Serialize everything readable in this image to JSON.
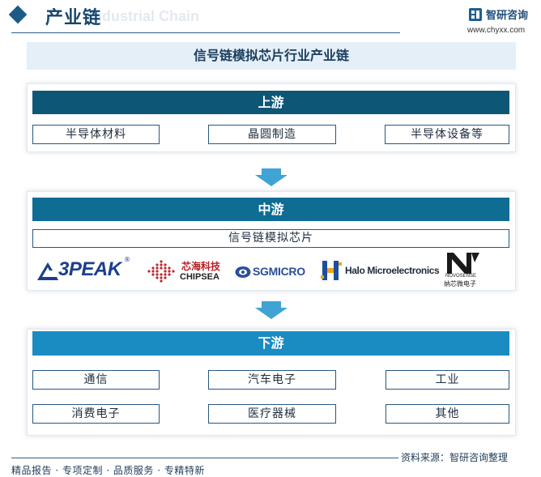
{
  "header": {
    "title": "产业链",
    "watermark": "Industrial Chain",
    "brand_name": "智研咨询",
    "brand_url": "www.chyxx.com"
  },
  "diagram_title": "信号链模拟芯片行业产业链",
  "upstream": {
    "label": "上游",
    "items": [
      "半导体材料",
      "晶圆制造",
      "半导体设备等"
    ]
  },
  "midstream": {
    "label": "中游",
    "product": "信号链模拟芯片",
    "companies": [
      {
        "name": "3PEAK",
        "icon": "3peak-logo"
      },
      {
        "name_cn": "芯海科技",
        "name_en": "CHIPSEA",
        "icon": "chipsea-logo"
      },
      {
        "name": "SGMICRO",
        "icon": "sgmicro-logo"
      },
      {
        "name": "Halo Microelectronics",
        "icon": "halo-logo"
      },
      {
        "name_en": "NOVOSENSE",
        "name_cn": "纳芯微电子",
        "icon": "novosense-logo"
      }
    ]
  },
  "downstream": {
    "label": "下游",
    "items": [
      "通信",
      "汽车电子",
      "工业",
      "消费电子",
      "医疗器械",
      "其他"
    ]
  },
  "footer": {
    "source": "资料来源：智研咨询整理",
    "tagline": "精品报告 · 专项定制 · 品质服务 · 专精特新"
  },
  "colors": {
    "upstream_band": "#0d5676",
    "midstream_band": "#0f6c93",
    "downstream_band": "#1a8cc2",
    "arrow": "#3fa3d6",
    "title_bar": "#e4eff8"
  }
}
